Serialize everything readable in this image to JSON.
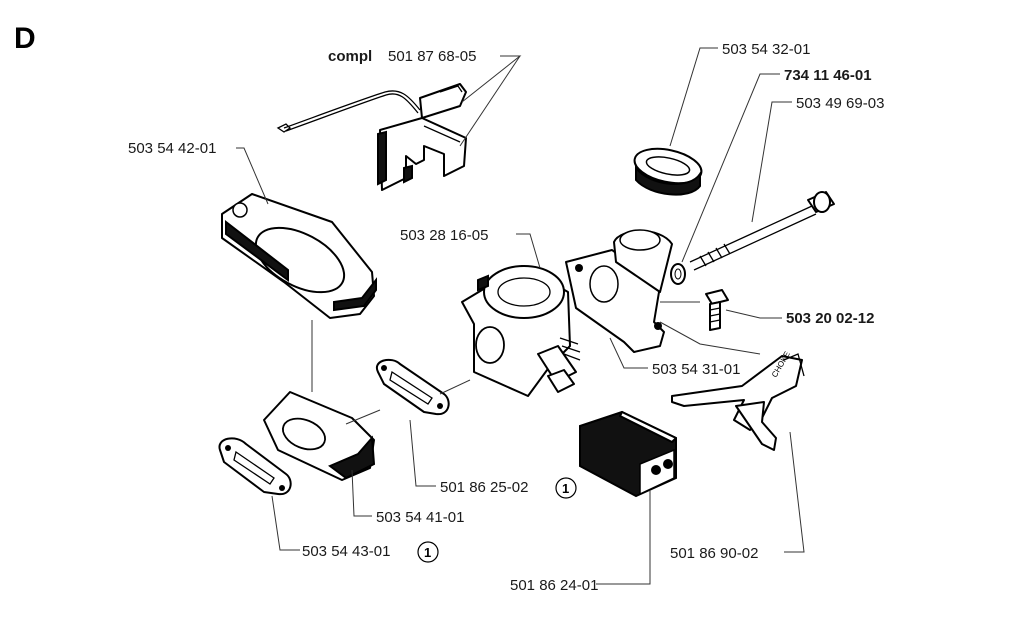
{
  "section_letter": "D",
  "labels": {
    "compl_prefix": "compl",
    "p_501876805": "501 87 68-05",
    "p_503543201": "503 54 32-01",
    "p_734114601": "734 11 46-01",
    "p_503496903": "503 49 69-03",
    "p_503544201": "503 54 42-01",
    "p_503281605": "503 28 16-05",
    "p_503200212": "503 20 02-12",
    "p_503543101": "503 54 31-01",
    "p_501862502": "501 86 25-02",
    "p_503544101": "503 54 41-01",
    "p_503544301": "503 54 43-01",
    "p_501869002": "501 86 90-02",
    "p_501862401": "501 86 24-01"
  },
  "badges": {
    "badge_1a": "1",
    "badge_1b": "1"
  },
  "icons": {
    "choke_marking": "CHOKE"
  }
}
